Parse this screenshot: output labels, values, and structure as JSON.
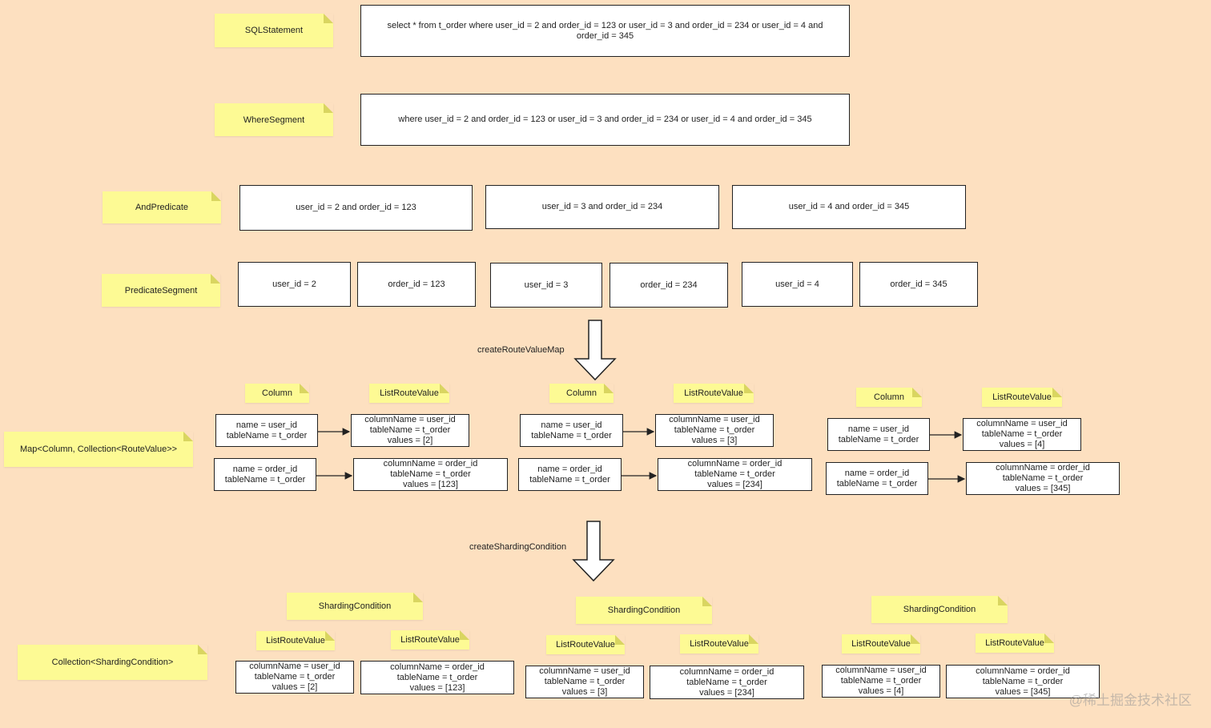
{
  "rows": {
    "sql": {
      "label": "SQLStatement",
      "text": "select * from t_order where user_id = 2 and order_id = 123 or user_id = 3 and order_id = 234 or user_id = 4 and order_id = 345"
    },
    "where": {
      "label": "WhereSegment",
      "text": "where user_id = 2 and order_id = 123 or user_id = 3 and order_id = 234 or user_id = 4 and order_id = 345"
    },
    "and_predicate": {
      "label": "AndPredicate",
      "items": [
        "user_id = 2 and order_id = 123",
        "user_id = 3 and order_id = 234",
        "user_id = 4 and order_id = 345"
      ]
    },
    "predicate_segment": {
      "label": "PredicateSegment",
      "items": [
        "user_id = 2",
        "order_id = 123",
        "user_id = 3",
        "order_id = 234",
        "user_id = 4",
        "order_id = 345"
      ]
    }
  },
  "steps": {
    "create_route_value_map": "createRouteValueMap",
    "create_sharding_condition": "createShardingCondition"
  },
  "route_map": {
    "label": "Map<Column, Collection<RouteValue>>",
    "column_note": "Column",
    "value_note": "ListRouteValue",
    "groups": [
      {
        "col1": "name = user_id\ntableName = t_order",
        "val1": "columnName = user_id\ntableName = t_order\nvalues = [2]",
        "col2": "name = order_id\ntableName = t_order",
        "val2": "columnName = order_id\ntableName = t_order\nvalues = [123]"
      },
      {
        "col1": "name = user_id\ntableName = t_order",
        "val1": "columnName = user_id\ntableName = t_order\nvalues = [3]",
        "col2": "name = order_id\ntableName = t_order",
        "val2": "columnName = order_id\ntableName = t_order\nvalues = [234]"
      },
      {
        "col1": "name = user_id\ntableName = t_order",
        "val1": "columnName = user_id\ntableName = t_order\nvalues = [4]",
        "col2": "name = order_id\ntableName = t_order",
        "val2": "columnName = order_id\ntableName = t_order\nvalues = [345]"
      }
    ]
  },
  "sharding": {
    "label": "Collection<ShardingCondition>",
    "condition_note": "ShardingCondition",
    "value_note": "ListRouteValue",
    "groups": [
      {
        "v1": "columnName = user_id\ntableName = t_order\nvalues = [2]",
        "v2": "columnName = order_id\ntableName = t_order\nvalues = [123]"
      },
      {
        "v1": "columnName = user_id\ntableName = t_order\nvalues = [3]",
        "v2": "columnName = order_id\ntableName = t_order\nvalues = [234]"
      },
      {
        "v1": "columnName = user_id\ntableName = t_order\nvalues = [4]",
        "v2": "columnName = order_id\ntableName = t_order\nvalues = [345]"
      }
    ]
  },
  "watermark": "@稀土掘金技术社区"
}
